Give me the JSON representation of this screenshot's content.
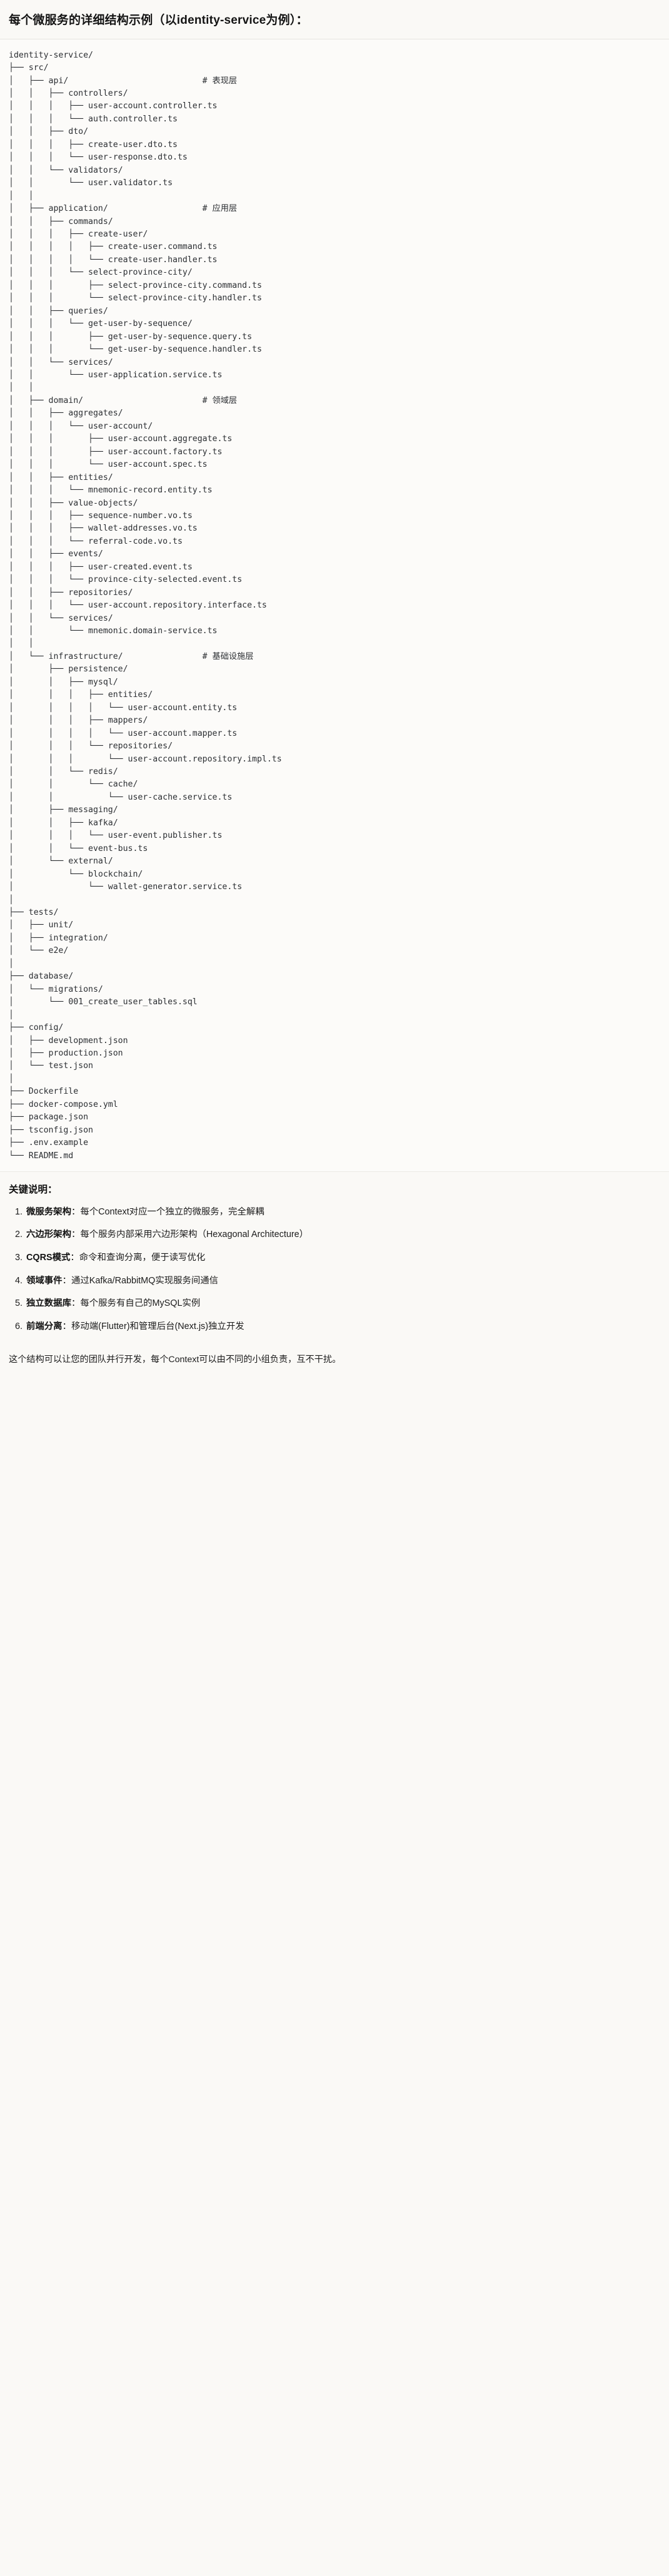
{
  "header": {
    "title": "每个微服务的详细结构示例（以identity-service为例）："
  },
  "tree": {
    "text": "identity-service/\n├── src/\n│   ├── api/                           # 表现层\n│   │   ├── controllers/\n│   │   │   ├── user-account.controller.ts\n│   │   │   └── auth.controller.ts\n│   │   ├── dto/\n│   │   │   ├── create-user.dto.ts\n│   │   │   └── user-response.dto.ts\n│   │   └── validators/\n│   │       └── user.validator.ts\n│   │\n│   ├── application/                   # 应用层\n│   │   ├── commands/\n│   │   │   ├── create-user/\n│   │   │   │   ├── create-user.command.ts\n│   │   │   │   └── create-user.handler.ts\n│   │   │   └── select-province-city/\n│   │   │       ├── select-province-city.command.ts\n│   │   │       └── select-province-city.handler.ts\n│   │   ├── queries/\n│   │   │   └── get-user-by-sequence/\n│   │   │       ├── get-user-by-sequence.query.ts\n│   │   │       └── get-user-by-sequence.handler.ts\n│   │   └── services/\n│   │       └── user-application.service.ts\n│   │\n│   ├── domain/                        # 领域层\n│   │   ├── aggregates/\n│   │   │   └── user-account/\n│   │   │       ├── user-account.aggregate.ts\n│   │   │       ├── user-account.factory.ts\n│   │   │       └── user-account.spec.ts\n│   │   ├── entities/\n│   │   │   └── mnemonic-record.entity.ts\n│   │   ├── value-objects/\n│   │   │   ├── sequence-number.vo.ts\n│   │   │   ├── wallet-addresses.vo.ts\n│   │   │   └── referral-code.vo.ts\n│   │   ├── events/\n│   │   │   ├── user-created.event.ts\n│   │   │   └── province-city-selected.event.ts\n│   │   ├── repositories/\n│   │   │   └── user-account.repository.interface.ts\n│   │   └── services/\n│   │       └── mnemonic.domain-service.ts\n│   │\n│   └── infrastructure/                # 基础设施层\n│       ├── persistence/\n│       │   ├── mysql/\n│       │   │   ├── entities/\n│       │   │   │   └── user-account.entity.ts\n│       │   │   ├── mappers/\n│       │   │   │   └── user-account.mapper.ts\n│       │   │   └── repositories/\n│       │   │       └── user-account.repository.impl.ts\n│       │   └── redis/\n│       │       └── cache/\n│       │           └── user-cache.service.ts\n│       ├── messaging/\n│       │   ├── kafka/\n│       │   │   └── user-event.publisher.ts\n│       │   └── event-bus.ts\n│       └── external/\n│           └── blockchain/\n│               └── wallet-generator.service.ts\n│\n├── tests/\n│   ├── unit/\n│   ├── integration/\n│   └── e2e/\n│\n├── database/\n│   └── migrations/\n│       └── 001_create_user_tables.sql\n│\n├── config/\n│   ├── development.json\n│   ├── production.json\n│   └── test.json\n│\n├── Dockerfile\n├── docker-compose.yml\n├── package.json\n├── tsconfig.json\n├── .env.example\n└── README.md"
  },
  "notes": {
    "heading": "关键说明：",
    "items": [
      {
        "term": "微服务架构",
        "sep": "：",
        "desc": "每个Context对应一个独立的微服务，完全解耦"
      },
      {
        "term": "六边形架构",
        "sep": "：",
        "desc": "每个服务内部采用六边形架构（Hexagonal Architecture）"
      },
      {
        "term": "CQRS模式",
        "sep": "：",
        "desc": "命令和查询分离，便于读写优化"
      },
      {
        "term": "领域事件",
        "sep": "：",
        "desc": "通过Kafka/RabbitMQ实现服务间通信"
      },
      {
        "term": "独立数据库",
        "sep": "：",
        "desc": "每个服务有自己的MySQL实例"
      },
      {
        "term": "前端分离",
        "sep": "：",
        "desc": "移动端(Flutter)和管理后台(Next.js)独立开发"
      }
    ],
    "closing": "这个结构可以让您的团队并行开发，每个Context可以由不同的小组负责，互不干扰。"
  }
}
